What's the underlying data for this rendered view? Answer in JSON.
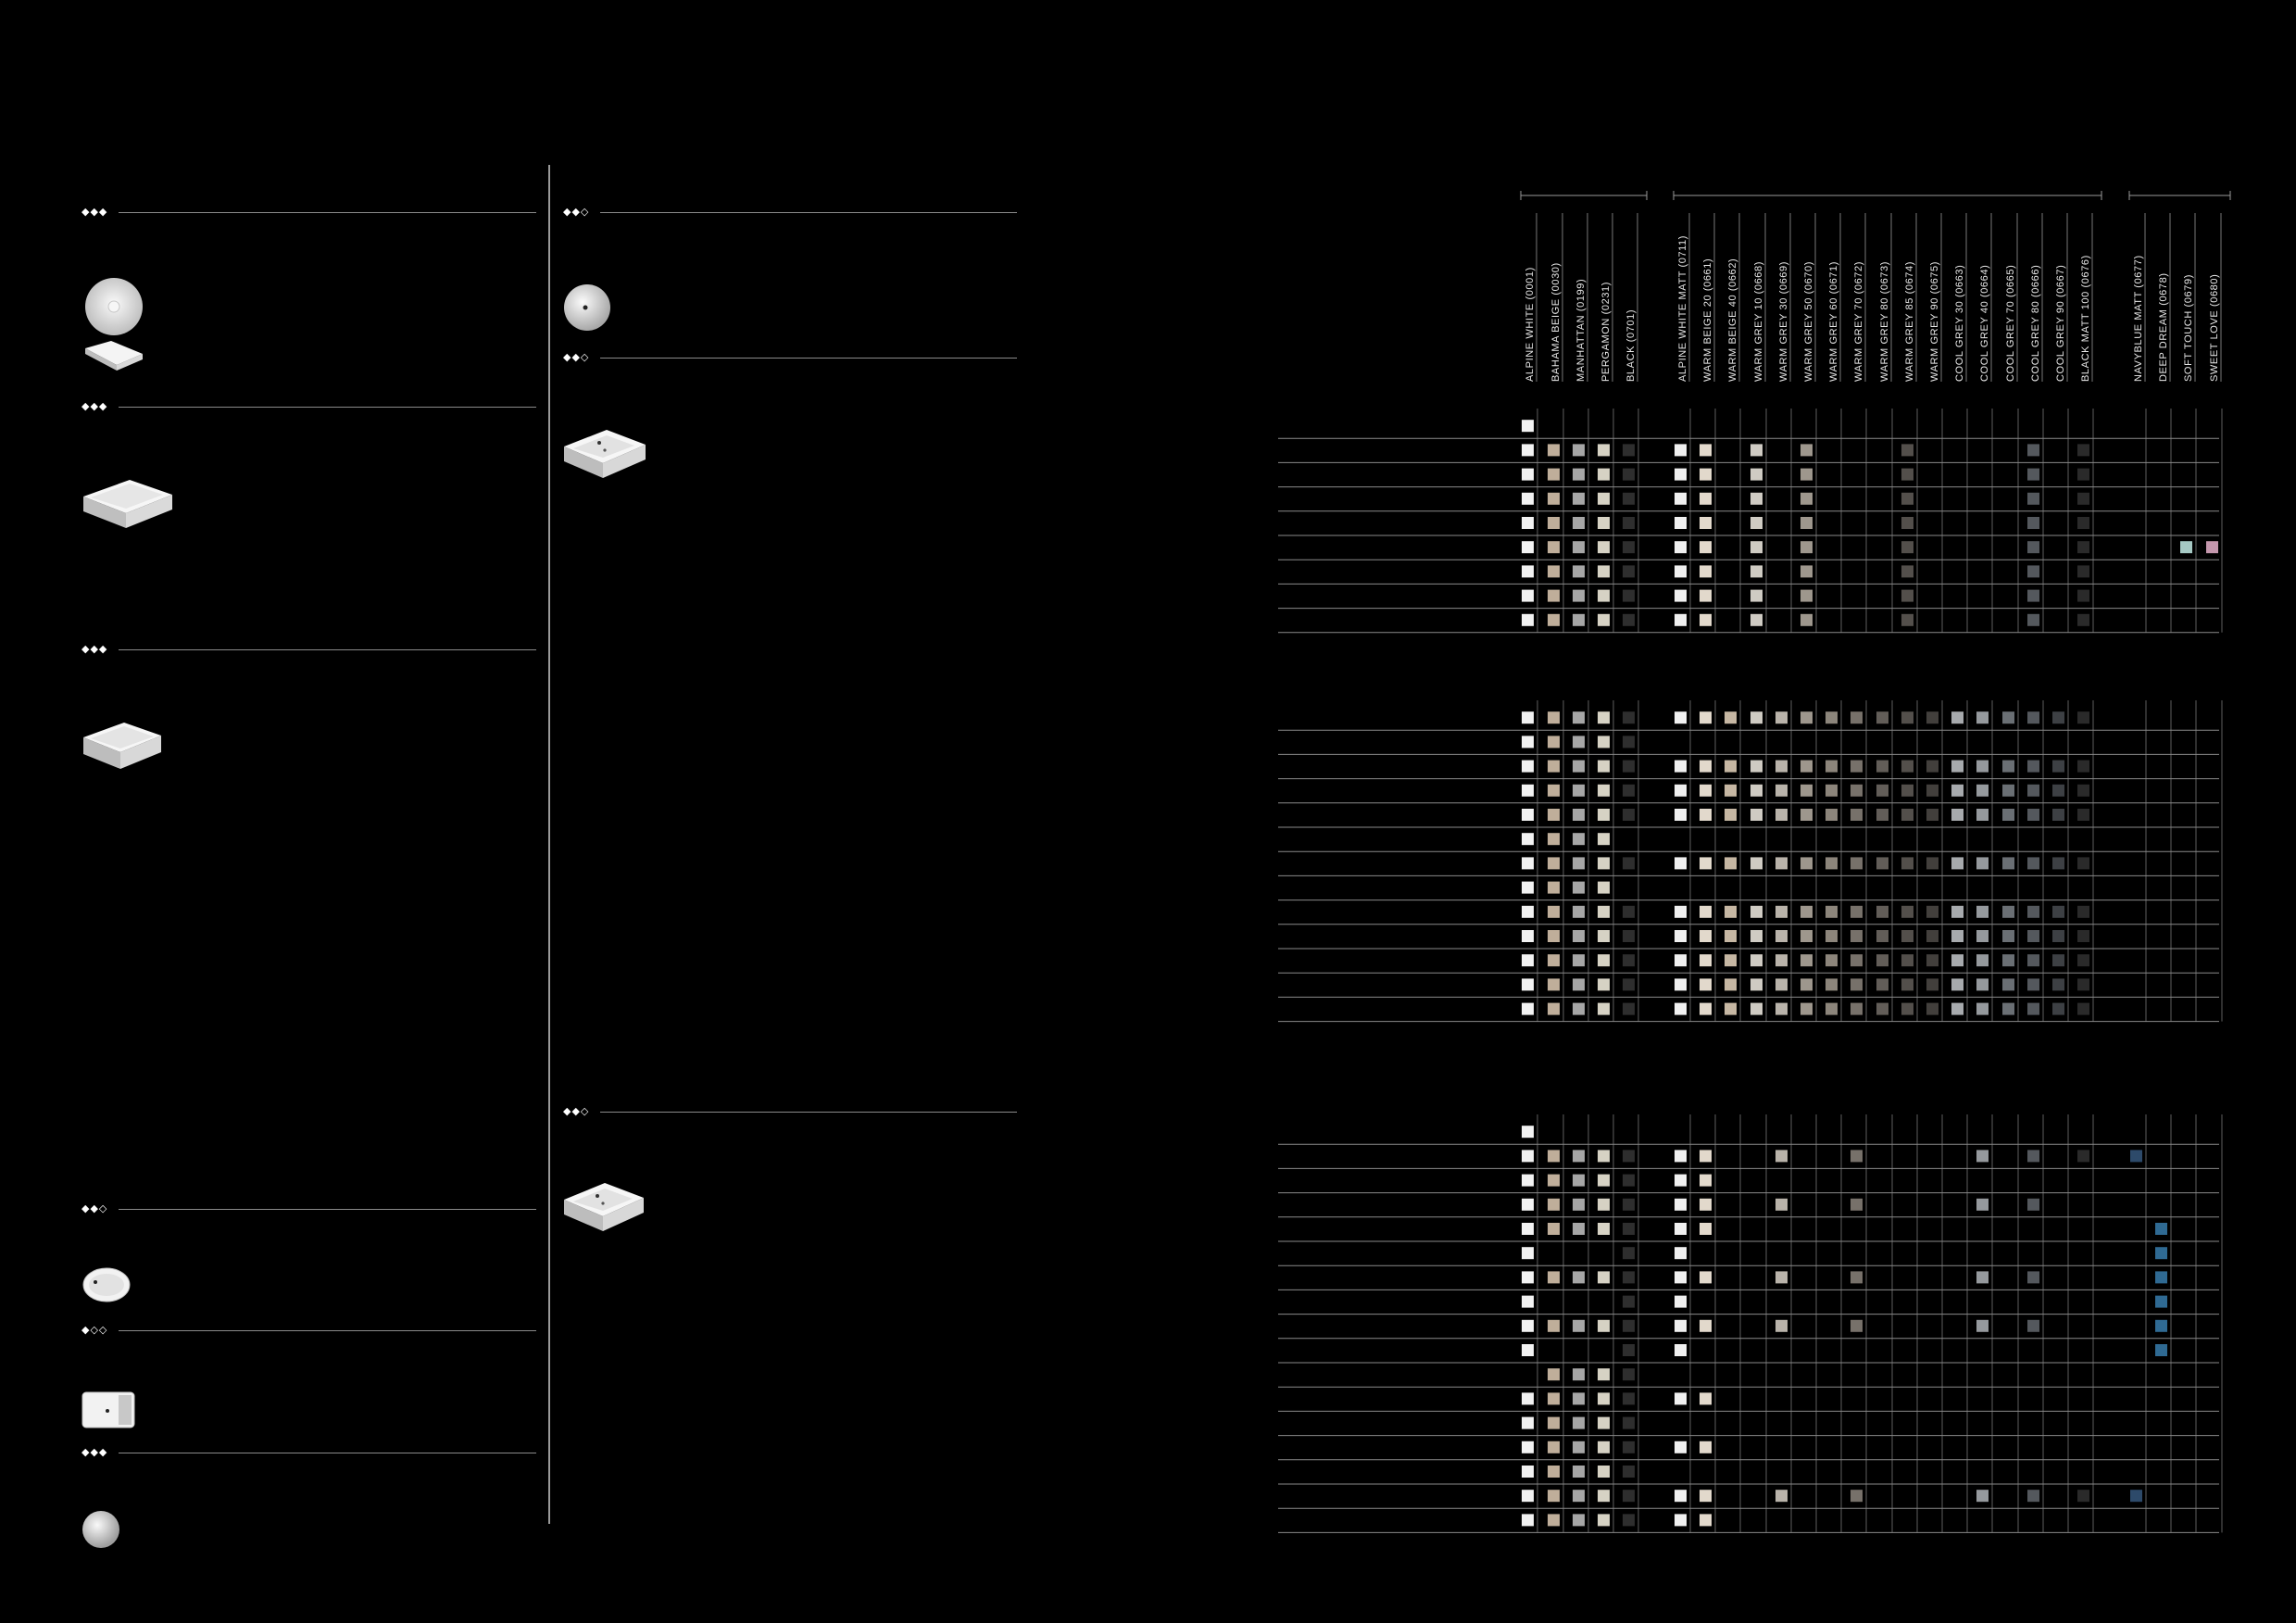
{
  "colors": {
    "alpine_white": "#f2f2f2",
    "bahama_beige": "#bfae9a",
    "manhattan": "#a6a6a6",
    "pergamon": "#d6d2c4",
    "black": "#2e2e2e",
    "alpine_white_matt": "#f0f0f0",
    "warm_beige_20": "#e2d9cc",
    "warm_beige_40": "#c6b7a3",
    "warm_grey_10": "#cfcbc3",
    "warm_grey_30": "#b9b3aa",
    "warm_grey_50": "#9e978d",
    "warm_grey_60": "#8c857b",
    "warm_grey_70": "#77716a",
    "warm_grey_80": "#625d58",
    "warm_grey_85": "#534f4b",
    "warm_grey_90": "#423f3c",
    "cool_grey_30": "#a7aaad",
    "cool_grey_40": "#95999d",
    "cool_grey_70": "#6a6f74",
    "cool_grey_80": "#54585d",
    "cool_grey_90": "#3d4044",
    "black_matt_100": "#2a2a2a",
    "navyblue_matt": "#2d4a6a",
    "deep_dream": "#2f6a93",
    "soft_touch": "#a6c9c4",
    "sweet_love": "#c497ad"
  },
  "left_column": [
    {
      "rating": "◆◆◆"
    },
    {
      "rating": "◆◆◆"
    },
    {
      "rating": "◆◆◆"
    },
    {
      "rating": "◆◆◇"
    },
    {
      "rating": "◆◇◇"
    },
    {
      "rating": "◆◆◆"
    }
  ],
  "middle_column": [
    {
      "rating": "◆◆◇"
    },
    {
      "rating": "◆◆◇"
    },
    {
      "rating": "◆◆◇"
    }
  ],
  "chart_data": {
    "type": "table",
    "columns": [
      "ALPINE WHITE (0001)",
      "BAHAMA BEIGE (0030)",
      "MANHATTAN (0199)",
      "PERGAMON (0231)",
      "BLACK (0701)",
      "ALPINE WHITE MATT (0711)",
      "WARM BEIGE 20 (0661)",
      "WARM BEIGE 40 (0662)",
      "WARM GREY 10 (0668)",
      "WARM GREY 30 (0669)",
      "WARM GREY 50 (0670)",
      "WARM GREY 60 (0671)",
      "WARM GREY 70 (0672)",
      "WARM GREY 80 (0673)",
      "WARM GREY 85 (0674)",
      "WARM GREY 90 (0675)",
      "COOL GREY 30 (0663)",
      "COOL GREY 40 (0664)",
      "COOL GREY 70 (0665)",
      "COOL GREY 80 (0666)",
      "COOL GREY 90 (0667)",
      "BLACK MATT 100 (0676)",
      "NAVYBLUE MATT (0677)",
      "DEEP DREAM (0678)",
      "SOFT TOUCH (0679)",
      "SWEET LOVE (0680)"
    ],
    "column_groups": [
      [
        0,
        4
      ],
      [
        5,
        21
      ],
      [
        22,
        25
      ]
    ],
    "legend": "",
    "tables": [
      {
        "rows": [
          "1000000000000000000000000",
          "1111111010100010000101000000",
          "1111111010100010000101000000",
          "1111111010100010000101000000",
          "1111111010100010000101000000",
          "1111111010100010000101001111",
          "1111111010100010000101000000",
          "1111111010100010000101000000",
          "1111111010100010000101000000"
        ]
      },
      {
        "rows": [
          "11111111111111111111110000",
          "11111000000000000000000000",
          "11111111111111111111110000",
          "11111111111111111111110000",
          "11111111111111111111110000",
          "11110000000000000000000000",
          "11111111111111111111110000",
          "11110000000000000000000000",
          "11111111111111111111110000",
          "11111111111111111111110000",
          "11111111111111111111110000",
          "11111111111111111111110000",
          "11111111111111111111110000"
        ]
      },
      {
        "rows": [
          "10000000000000000000000000",
          "11111110010010000101011000",
          "11111110000000000000000000",
          "11111110010010000101000000",
          "11111110000000000000000100",
          "10001100000000000000000100",
          "11111110010010000101000100",
          "10001100000000000000000100",
          "11111110010010000101000100",
          "10001100000000000000000100",
          "01111000000000000000000000",
          "11111110000000000000000000",
          "11111000000000000000000000",
          "11111110000000000000000000",
          "11111000000000000000000000",
          "11111110010010000101011000",
          "11111110000000000000000000"
        ]
      }
    ]
  }
}
